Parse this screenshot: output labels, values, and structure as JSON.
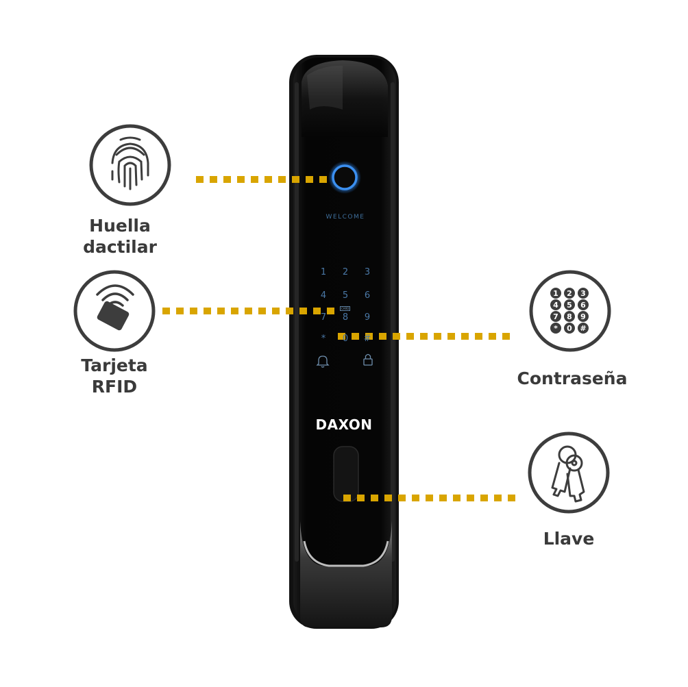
{
  "features": {
    "fingerprint": {
      "label_line1": "Huella",
      "label_line2": "dactilar",
      "icon": "fingerprint-icon"
    },
    "rfid": {
      "label_line1": "Tarjeta",
      "label_line2": "RFID",
      "icon": "rfid-card-icon"
    },
    "password": {
      "label": "Contraseña",
      "icon": "keypad-icon"
    },
    "key": {
      "label": "Llave",
      "icon": "keys-icon"
    }
  },
  "lock": {
    "display_text": "WELCOME",
    "keypad": [
      "1",
      "2",
      "3",
      "4",
      "5",
      "6",
      "7",
      "8",
      "9",
      "*",
      "0",
      "#"
    ],
    "card_tag": "CARD",
    "brand": "DAXON",
    "bottom_icons": [
      "bell-icon",
      "padlock-icon"
    ]
  },
  "icon_keypad_digits": [
    "1",
    "2",
    "3",
    "4",
    "5",
    "6",
    "7",
    "8",
    "9",
    "*",
    "0",
    "#"
  ],
  "colors": {
    "connector": "#d9a500",
    "icon_ring": "#3d3d3d",
    "label_text": "#3a3a3a",
    "lock_body": "#050505",
    "lock_glow": "#2c7fe0"
  }
}
